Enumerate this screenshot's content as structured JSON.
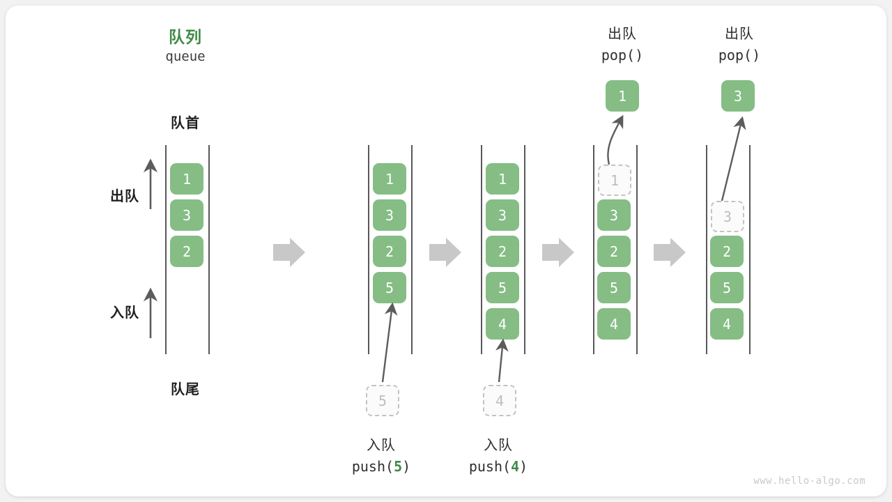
{
  "diagram": {
    "title_cn": "队列",
    "title_en": "queue",
    "accent_color": "#3f8a47",
    "element_color": "#85bd85",
    "ghost_color": "#bdbdbd",
    "watermark": "www.hello-algo.com",
    "front_label": "队首",
    "rear_label": "队尾",
    "dequeue_label": "出队",
    "enqueue_label": "入队"
  },
  "steps": [
    {
      "id": "initial",
      "caption_cn": "",
      "caption_en": "",
      "items": [
        {
          "value": "1",
          "state": "solid"
        },
        {
          "value": "3",
          "state": "solid"
        },
        {
          "value": "2",
          "state": "solid"
        }
      ],
      "pending": null,
      "popped": null
    },
    {
      "id": "push-5",
      "caption_cn": "入队",
      "caption_en_prefix": "push(",
      "caption_en_num": "5",
      "caption_en_suffix": ")",
      "items": [
        {
          "value": "1",
          "state": "solid"
        },
        {
          "value": "3",
          "state": "solid"
        },
        {
          "value": "2",
          "state": "solid"
        },
        {
          "value": "5",
          "state": "solid"
        }
      ],
      "pending": "5",
      "popped": null
    },
    {
      "id": "push-4",
      "caption_cn": "入队",
      "caption_en_prefix": "push(",
      "caption_en_num": "4",
      "caption_en_suffix": ")",
      "items": [
        {
          "value": "1",
          "state": "solid"
        },
        {
          "value": "3",
          "state": "solid"
        },
        {
          "value": "2",
          "state": "solid"
        },
        {
          "value": "5",
          "state": "solid"
        },
        {
          "value": "4",
          "state": "solid"
        }
      ],
      "pending": "4",
      "popped": null
    },
    {
      "id": "pop-1",
      "caption_cn": "出队",
      "caption_en_prefix": "pop(",
      "caption_en_num": "",
      "caption_en_suffix": ")",
      "items": [
        {
          "value": "1",
          "state": "ghost"
        },
        {
          "value": "3",
          "state": "solid"
        },
        {
          "value": "2",
          "state": "solid"
        },
        {
          "value": "5",
          "state": "solid"
        },
        {
          "value": "4",
          "state": "solid"
        }
      ],
      "pending": null,
      "popped": "1"
    },
    {
      "id": "pop-3",
      "caption_cn": "出队",
      "caption_en_prefix": "pop(",
      "caption_en_num": "",
      "caption_en_suffix": ")",
      "items": [
        {
          "value": "",
          "state": "empty"
        },
        {
          "value": "3",
          "state": "ghost"
        },
        {
          "value": "2",
          "state": "solid"
        },
        {
          "value": "5",
          "state": "solid"
        },
        {
          "value": "4",
          "state": "solid"
        }
      ],
      "pending": null,
      "popped": "3"
    }
  ]
}
